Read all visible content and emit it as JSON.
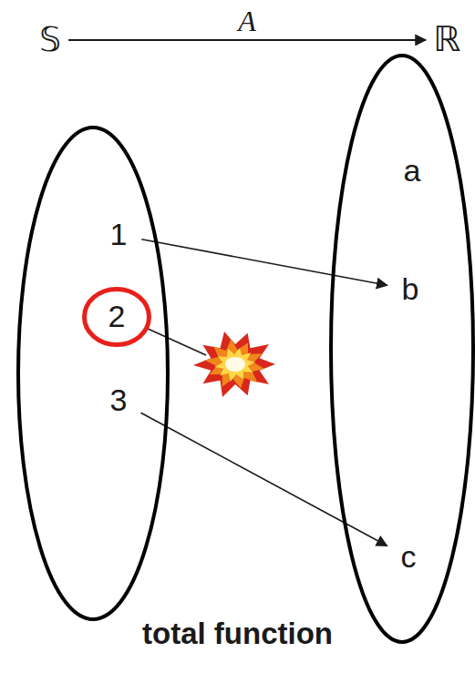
{
  "diagram": {
    "caption": "total function",
    "nodes": [
      {
        "text": [
          "𝕊"
        ]
      },
      {
        "text": [
          "ℝ"
        ]
      },
      {
        "text": [
          "1"
        ],
        "in": 0
      },
      {
        "text": [
          "2"
        ],
        "in": 0
      },
      {
        "text": [
          "3"
        ],
        "in": 0
      },
      {
        "text": [
          "a"
        ],
        "in": 1
      },
      {
        "text": [
          "b"
        ],
        "in": 1
      },
      {
        "text": [
          "c"
        ],
        "in": 1
      }
    ],
    "edges": [
      {
        "from": 0,
        "to": 1,
        "label": "A",
        "arrow": "to"
      },
      {
        "from": 2,
        "to": 6,
        "arrow": "to"
      },
      {
        "from": 4,
        "to": 7,
        "arrow": "to"
      }
    ]
  }
}
